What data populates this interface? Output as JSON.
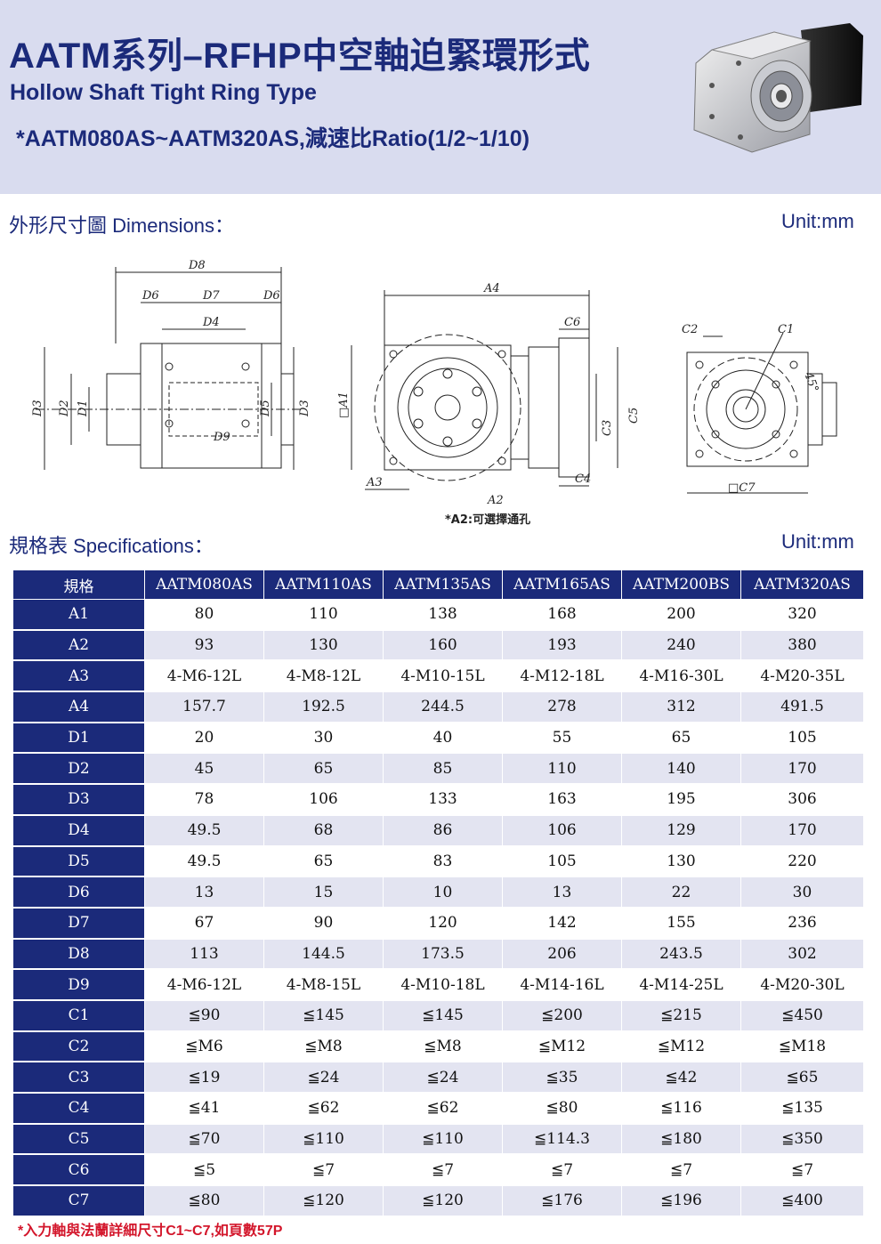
{
  "header": {
    "title": "AATM系列–RFHP中空軸迫緊環形式",
    "subtitle": "Hollow Shaft Tight Ring Type",
    "range": "*AATM080AS~AATM320AS,減速比Ratio(1/2~1/10)"
  },
  "dimensions_section": {
    "label": "外形尺寸圖 Dimensions：",
    "unit": "Unit:mm"
  },
  "drawing_labels": {
    "d8": "D8",
    "d6": "D6",
    "d7": "D7",
    "d4": "D4",
    "d9": "D9",
    "d3": "D3",
    "d2": "D2",
    "d1": "D1",
    "d5": "D5",
    "a4": "A4",
    "a1": "□A1",
    "a3": "A3",
    "a2": "A2",
    "c6": "C6",
    "c5": "C5",
    "c3": "C3",
    "c4": "C4",
    "c2": "C2",
    "c1": "C1",
    "c7": "□C7",
    "angle": "45°",
    "note": "*A2:可選擇通孔"
  },
  "specs_section": {
    "label": "規格表 Specifications：",
    "unit": "Unit:mm"
  },
  "table": {
    "header": [
      "規格",
      "AATM080AS",
      "AATM110AS",
      "AATM135AS",
      "AATM165AS",
      "AATM200BS",
      "AATM320AS"
    ],
    "rows": [
      [
        "A1",
        "80",
        "110",
        "138",
        "168",
        "200",
        "320"
      ],
      [
        "A2",
        "93",
        "130",
        "160",
        "193",
        "240",
        "380"
      ],
      [
        "A3",
        "4-M6-12L",
        "4-M8-12L",
        "4-M10-15L",
        "4-M12-18L",
        "4-M16-30L",
        "4-M20-35L"
      ],
      [
        "A4",
        "157.7",
        "192.5",
        "244.5",
        "278",
        "312",
        "491.5"
      ],
      [
        "D1",
        "20",
        "30",
        "40",
        "55",
        "65",
        "105"
      ],
      [
        "D2",
        "45",
        "65",
        "85",
        "110",
        "140",
        "170"
      ],
      [
        "D3",
        "78",
        "106",
        "133",
        "163",
        "195",
        "306"
      ],
      [
        "D4",
        "49.5",
        "68",
        "86",
        "106",
        "129",
        "170"
      ],
      [
        "D5",
        "49.5",
        "65",
        "83",
        "105",
        "130",
        "220"
      ],
      [
        "D6",
        "13",
        "15",
        "10",
        "13",
        "22",
        "30"
      ],
      [
        "D7",
        "67",
        "90",
        "120",
        "142",
        "155",
        "236"
      ],
      [
        "D8",
        "113",
        "144.5",
        "173.5",
        "206",
        "243.5",
        "302"
      ],
      [
        "D9",
        "4-M6-12L",
        "4-M8-15L",
        "4-M10-18L",
        "4-M14-16L",
        "4-M14-25L",
        "4-M20-30L"
      ],
      [
        "C1",
        "≦90",
        "≦145",
        "≦145",
        "≦200",
        "≦215",
        "≦450"
      ],
      [
        "C2",
        "≦M6",
        "≦M8",
        "≦M8",
        "≦M12",
        "≦M12",
        "≦M18"
      ],
      [
        "C3",
        "≦19",
        "≦24",
        "≦24",
        "≦35",
        "≦42",
        "≦65"
      ],
      [
        "C4",
        "≦41",
        "≦62",
        "≦62",
        "≦80",
        "≦116",
        "≦135"
      ],
      [
        "C5",
        "≦70",
        "≦110",
        "≦110",
        "≦114.3",
        "≦180",
        "≦350"
      ],
      [
        "C6",
        "≦5",
        "≦7",
        "≦7",
        "≦7",
        "≦7",
        "≦7"
      ],
      [
        "C7",
        "≦80",
        "≦120",
        "≦120",
        "≦176",
        "≦196",
        "≦400"
      ]
    ]
  },
  "footnote": "*入力軸與法蘭詳細尺寸C1~C7,如頁數57P",
  "colors": {
    "navy": "#1b2a7a",
    "header_bg": "#d9dcef",
    "row_alt": "#e3e4f1",
    "footnote": "#d3162b"
  }
}
